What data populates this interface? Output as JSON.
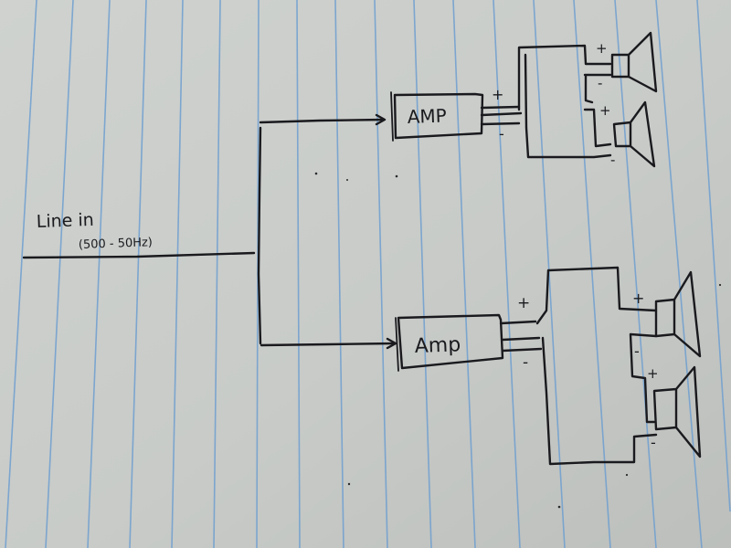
{
  "input": {
    "label": "Line in",
    "range": "(500 - 50Hz)"
  },
  "amps": [
    {
      "label": "AMP",
      "plus": "+",
      "minus": "-"
    },
    {
      "label": "Amp",
      "plus": "+",
      "minus": "-"
    }
  ],
  "speaker_polarity": {
    "top": [
      {
        "plus": "+",
        "minus": "-"
      },
      {
        "plus": "+",
        "minus": "-"
      }
    ],
    "bottom": [
      {
        "plus": "+",
        "minus": "-"
      },
      {
        "plus": "+",
        "minus": "-"
      }
    ]
  }
}
